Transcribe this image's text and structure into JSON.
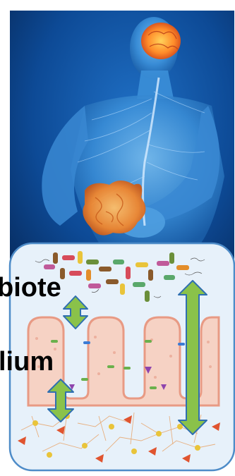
{
  "labels": {
    "top": "biote",
    "middle": "lium"
  },
  "colors": {
    "background_blue": "#0b3f86",
    "panel_fill": "#e7f1fa",
    "panel_border": "#4e8cc8",
    "arrow_green": "#8ac24a",
    "arrow_border": "#2f6fb0",
    "brain_orange": "#ff8c2a",
    "intestine_orange": "#f0862e",
    "villi_pink": "#f3b8a6",
    "neuron_orange": "#e88a55"
  },
  "icons": [
    "human-body-figure",
    "brain-icon",
    "intestine-icon",
    "bacteria-cluster",
    "intestinal-villi",
    "neuron-network",
    "bidirectional-arrow"
  ]
}
